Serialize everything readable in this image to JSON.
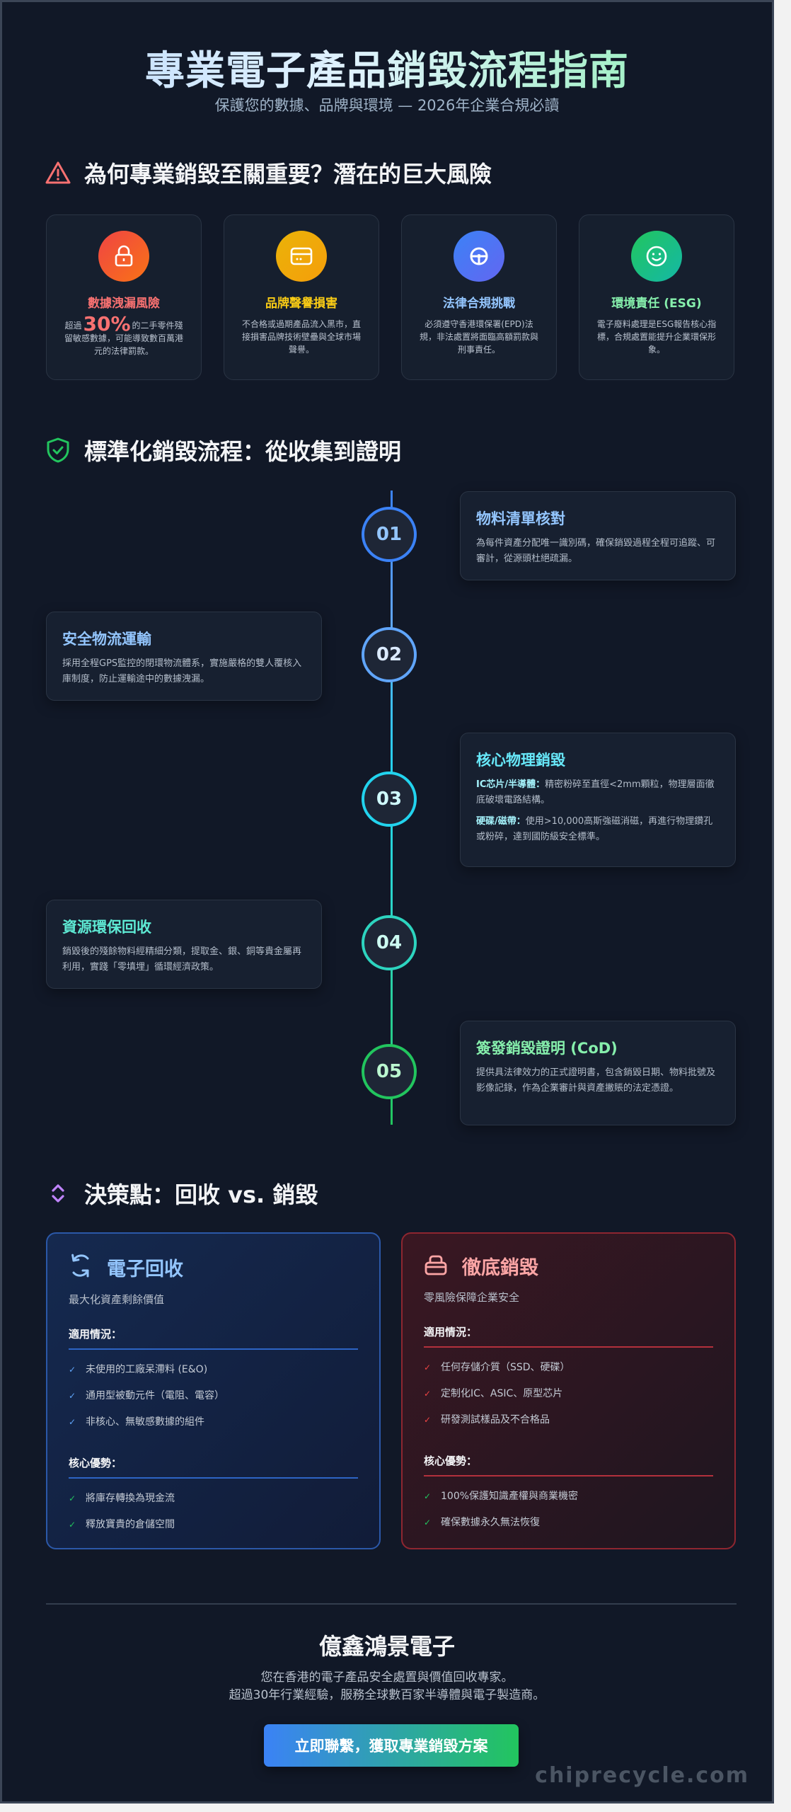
{
  "header": {
    "title": "專業電子產品銷毀流程指南",
    "subtitle": "保護您的數據、品牌與環境 — 2026年企業合規必讀"
  },
  "risks": {
    "heading": "為何專業銷毀至關重要？潛在的巨大風險",
    "heading_icon": "warning-triangle-icon",
    "cards": [
      {
        "title": "數據洩漏風險",
        "icon": "lock-icon",
        "color": "#f87171",
        "gradient": [
          "#ef4444",
          "#f97316"
        ],
        "text_prefix": "超過",
        "highlight": "30%",
        "text_suffix": "的二手零件殘留敏感數據，可能導致數百萬港元的法律罰款。"
      },
      {
        "title": "品牌聲譽損害",
        "icon": "credit-card-icon",
        "color": "#facc15",
        "gradient": [
          "#eab308",
          "#f59e0b"
        ],
        "text": "不合格或過期產品流入黑市，直接損害品牌技術壁壘與全球市場聲譽。"
      },
      {
        "title": "法律合規挑戰",
        "icon": "steering-wheel-icon",
        "color": "#93c5fd",
        "gradient": [
          "#3b82f6",
          "#6366f1"
        ],
        "text": "必須遵守香港環保署(EPD)法規，非法處置將面臨高額罰款與刑事責任。"
      },
      {
        "title": "環境責任 (ESG)",
        "icon": "smile-icon",
        "color": "#86efac",
        "gradient": [
          "#22c55e",
          "#14b8a6"
        ],
        "text": "電子廢料處理是ESG報告核心指標，合規處置能提升企業環保形象。"
      }
    ]
  },
  "process": {
    "heading": "標準化銷毀流程：從收集到證明",
    "heading_icon": "shield-check-icon",
    "steps": [
      {
        "num": "01",
        "title": "物料清單核對",
        "color": "#3b82f6",
        "title_color": "#93c5fd",
        "text": "為每件資產分配唯一識別碼，確保銷毀過程全程可追蹤、可審計，從源頭杜絕疏漏。"
      },
      {
        "num": "02",
        "title": "安全物流運輸",
        "color": "#60a5fa",
        "title_color": "#93c5fd",
        "text": "採用全程GPS監控的閉環物流體系，實施嚴格的雙人覆核入庫制度，防止運輸途中的數據洩漏。"
      },
      {
        "num": "03",
        "title": "核心物理銷毀",
        "color": "#22d3ee",
        "title_color": "#67e8f9",
        "para1_label": "IC芯片/半導體：",
        "para1_text": "精密粉碎至直徑<2mm顆粒，物理層面徹底破壞電路結構。",
        "para2_label": "硬碟/磁帶：",
        "para2_text": "使用>10,000高斯強磁消磁，再進行物理鑽孔或粉碎，達到國防級安全標準。"
      },
      {
        "num": "04",
        "title": "資源環保回收",
        "color": "#2dd4bf",
        "title_color": "#5eead4",
        "text": "銷毀後的殘餘物料經精細分類，提取金、銀、銅等貴金屬再利用，實踐「零填埋」循環經濟政策。"
      },
      {
        "num": "05",
        "title": "簽發銷毀證明 (CoD)",
        "color": "#22c55e",
        "title_color": "#86efac",
        "text": "提供具法律效力的正式證明書，包含銷毀日期、物料批號及影像記錄，作為企業審計與資產撇賬的法定憑證。"
      }
    ]
  },
  "decision": {
    "heading": "決策點：回收 vs. 銷毀",
    "heading_icon": "chevron-up-down-icon",
    "recycle": {
      "title": "電子回收",
      "icon": "refresh-icon",
      "subtitle": "最大化資產剩餘價值",
      "scenarios_label": "適用情況：",
      "scenarios": [
        "未使用的工廠呆滯料 (E&O)",
        "通用型被動元件（電阻、電容）",
        "非核心、無敏感數據的組件"
      ],
      "advantages_label": "核心優勢：",
      "advantages": [
        "將庫存轉換為現金流",
        "釋放寶貴的倉儲空間"
      ]
    },
    "destroy": {
      "title": "徹底銷毀",
      "icon": "shredder-icon",
      "subtitle": "零風險保障企業安全",
      "scenarios_label": "適用情況：",
      "scenarios": [
        "任何存儲介質（SSD、硬碟）",
        "定制化IC、ASIC、原型芯片",
        "研發測試樣品及不合格品"
      ],
      "advantages_label": "核心優勢：",
      "advantages": [
        "100%保護知識產權與商業機密",
        "確保數據永久無法恢復"
      ]
    },
    "check_glyph": "✓"
  },
  "footer": {
    "company": "億鑫鴻景電子",
    "line1": "您在香港的電子產品安全處置與價值回收專家。",
    "line2": "超過30年行業經驗，服務全球數百家半導體與電子製造商。",
    "cta_label": "立即聯繫，獲取專業銷毀方案",
    "watermark": "chiprecycle.com"
  }
}
